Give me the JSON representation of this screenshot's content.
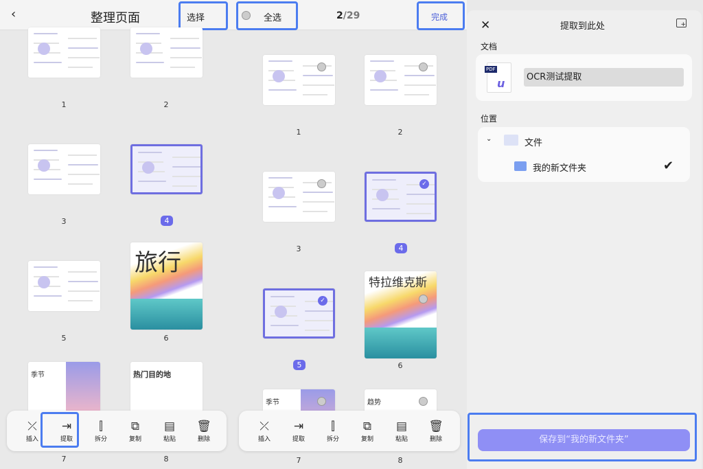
{
  "left": {
    "back_icon": "chevron-left-icon",
    "title": "整理页面",
    "select_label": "选择",
    "toolbar": [
      {
        "icon": "insert-icon",
        "label": "插入"
      },
      {
        "icon": "extract-icon",
        "label": "提取"
      },
      {
        "icon": "split-icon",
        "label": "拆分"
      },
      {
        "icon": "copy-icon",
        "label": "复制"
      },
      {
        "icon": "paste-icon",
        "label": "粘贴"
      },
      {
        "icon": "delete-icon",
        "label": "删除"
      }
    ],
    "pages": [
      {
        "n": "1"
      },
      {
        "n": "2"
      },
      {
        "n": "3"
      },
      {
        "n": "4",
        "selected": true
      },
      {
        "n": "5"
      },
      {
        "n": "6",
        "title": "旅行"
      },
      {
        "n": "7",
        "title": "季节"
      },
      {
        "n": "8",
        "title": "热门目的地"
      }
    ]
  },
  "middle": {
    "select_all_label": "全选",
    "page_current": "2",
    "page_total": "/29",
    "done_label": "完成",
    "toolbar": [
      {
        "icon": "insert-icon",
        "label": "插入"
      },
      {
        "icon": "extract-icon",
        "label": "提取"
      },
      {
        "icon": "split-icon",
        "label": "拆分"
      },
      {
        "icon": "copy-icon",
        "label": "复制"
      },
      {
        "icon": "paste-icon",
        "label": "粘贴"
      },
      {
        "icon": "delete-icon",
        "label": "删除"
      }
    ],
    "pages": [
      {
        "n": "1"
      },
      {
        "n": "2"
      },
      {
        "n": "3"
      },
      {
        "n": "4",
        "selected": true
      },
      {
        "n": "5",
        "selected": true
      },
      {
        "n": "6",
        "title": "特拉维克斯"
      },
      {
        "n": "7",
        "title": "季节"
      },
      {
        "n": "8",
        "title": "趋势"
      }
    ]
  },
  "right": {
    "title": "提取到此处",
    "doc_section": "文档",
    "file_badge": "PDF",
    "file_name": "OCR测试提取",
    "location_section": "位置",
    "folders": [
      {
        "name": "文件",
        "expanded": true
      },
      {
        "name": "我的新文件夹",
        "checked": true
      }
    ],
    "save_label": "保存到“我的新文件夹”"
  },
  "colors": {
    "accent": "#6b6bea",
    "highlight": "#4b7cf0",
    "save_button": "#8f8ff5"
  }
}
